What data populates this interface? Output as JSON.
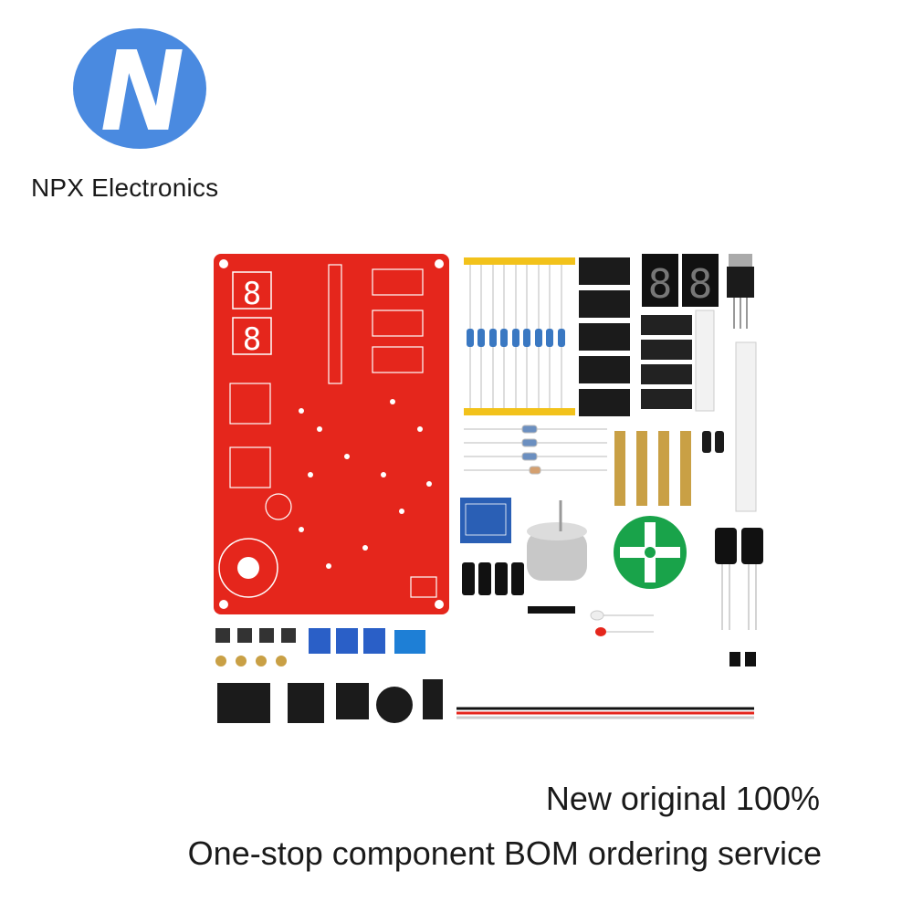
{
  "brand": {
    "name": "NPX Electronics",
    "logo_icon": "npx-n-logo-icon",
    "logo_color": "#4a8ae0"
  },
  "photo": {
    "pcb_color": "#e5261c",
    "silk_color": "#ffffff",
    "digit_display": "8"
  },
  "taglines": {
    "line1": "New original 100%",
    "line2": "One-stop component BOM ordering service"
  }
}
